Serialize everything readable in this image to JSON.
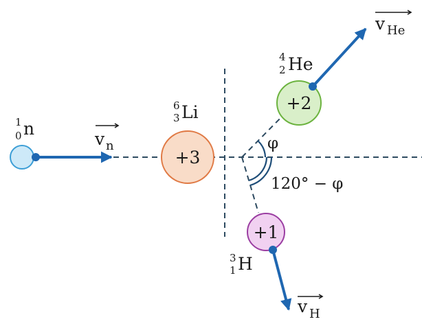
{
  "colors": {
    "arrow": "#1f67b1",
    "dashed": "#2d4a60",
    "text": "#1a1a1a",
    "neutron_fill": "#cde9f8",
    "neutron_stroke": "#3c9ed6",
    "lithium_fill": "#f9dcc8",
    "lithium_stroke": "#e07a45",
    "helium_fill": "#d9efc9",
    "helium_stroke": "#6cb33f",
    "tritium_fill": "#f1d1f1",
    "tritium_stroke": "#9b3ea2"
  },
  "particles": {
    "neutron": {
      "mass_number": "1",
      "atomic_number": "0",
      "symbol": "n",
      "charge": ""
    },
    "lithium": {
      "mass_number": "6",
      "atomic_number": "3",
      "symbol": "Li",
      "charge": "+3"
    },
    "helium": {
      "mass_number": "4",
      "atomic_number": "2",
      "symbol": "He",
      "charge": "+2"
    },
    "tritium": {
      "mass_number": "3",
      "atomic_number": "1",
      "symbol": "H",
      "charge": "+1"
    }
  },
  "velocities": {
    "neutron": {
      "base": "v",
      "subscript": "n"
    },
    "helium": {
      "base": "v",
      "subscript": "He"
    },
    "tritium": {
      "base": "v",
      "subscript": "H"
    }
  },
  "angles": {
    "phi_label": "φ",
    "complement_label": "120° − φ"
  }
}
